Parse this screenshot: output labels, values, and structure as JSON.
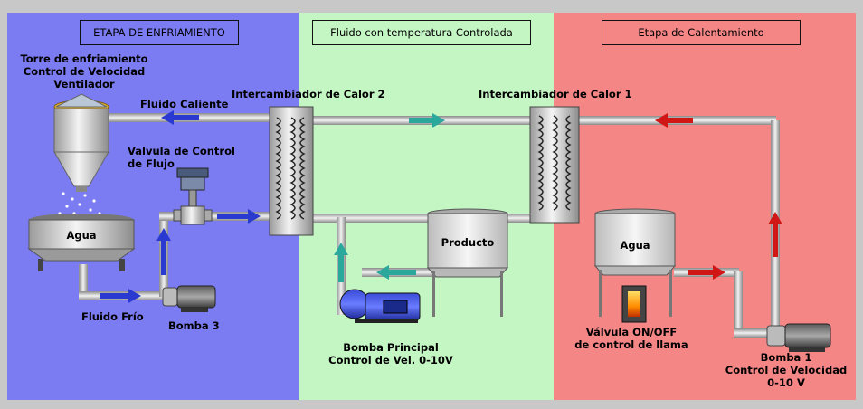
{
  "colors": {
    "cooling_bg": "#7b7bf2",
    "fluid_bg": "#c4f6c4",
    "heating_bg": "#f58686",
    "pipe": "#c9c9c9",
    "arrow_blue": "#2a3ad0",
    "arrow_teal": "#2aa89c",
    "arrow_red": "#d11616"
  },
  "stages": {
    "cooling_title": "ETAPA DE ENFRIAMIENTO",
    "fluid_title": "Fluido con temperatura Controlada",
    "heating_title": "Etapa de Calentamiento"
  },
  "labels": {
    "cooling_tower": [
      "Torre de enfriamiento",
      "Control de Velocidad",
      "Ventilador"
    ],
    "hot_fluid": "Fluido Caliente",
    "exchanger_2": "Intercambiador de Calor 2",
    "exchanger_1": "Intercambiador de Calor 1",
    "flow_valve": [
      "Valvula de Control",
      "de Flujo"
    ],
    "water_tank_cool": "Agua",
    "cold_fluid": "Fluido  Frío",
    "pump_3": "Bomba 3",
    "product_tank": "Producto",
    "main_pump": [
      "Bomba Principal",
      "Control de Vel. 0-10V"
    ],
    "water_tank_heat": "Agua",
    "flame_valve": [
      "Válvula ON/OFF",
      "de control de llama"
    ],
    "pump_1": [
      "Bomba 1",
      "Control de Velocidad",
      "0-10 V"
    ]
  },
  "icons": [
    "cooling-tower-icon",
    "heat-exchanger-icon",
    "control-valve-icon",
    "tank-icon",
    "pump-icon",
    "burner-icon",
    "flow-arrow-icon"
  ]
}
